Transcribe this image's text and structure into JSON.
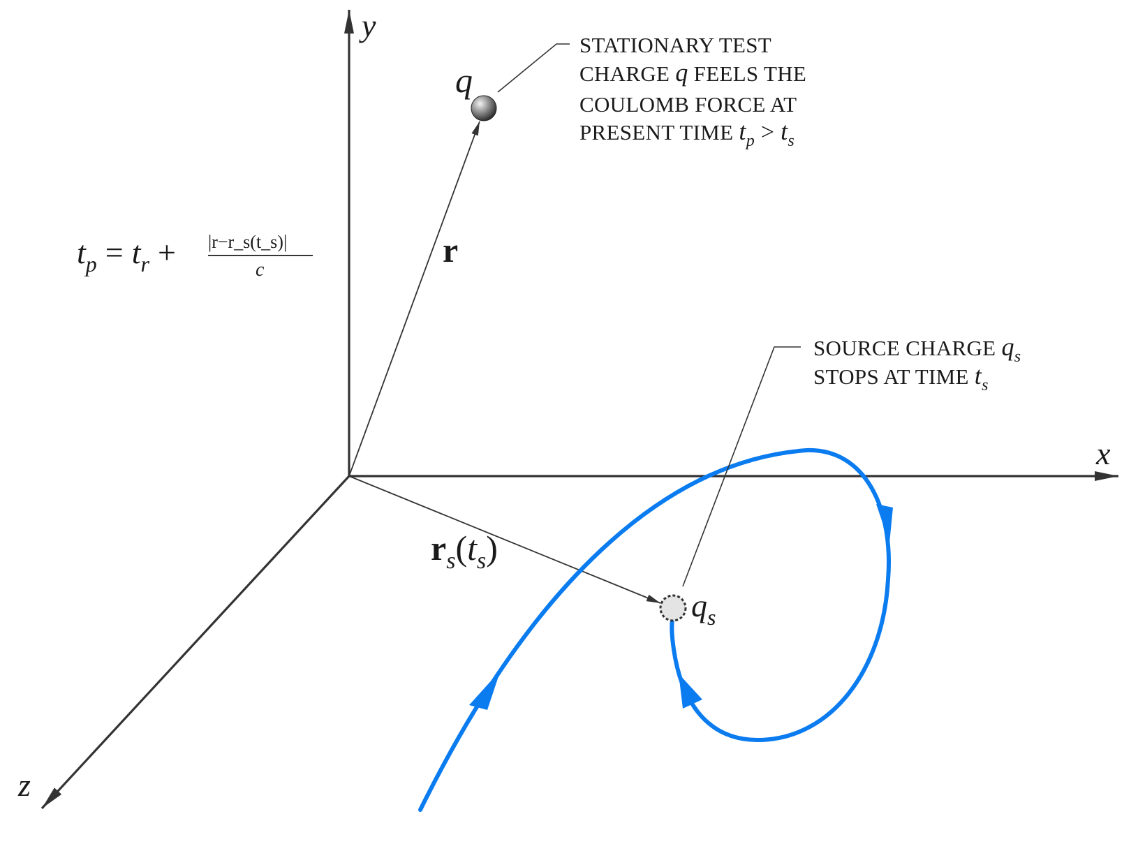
{
  "axes": {
    "x_label": "x",
    "y_label": "y",
    "z_label": "z"
  },
  "test_charge": {
    "symbol": "q",
    "annotation_lines": [
      {
        "text": "STATIONARY TEST"
      },
      {
        "text": "CHARGE ",
        "math": "q",
        "after": " FEELS THE"
      },
      {
        "text": "COULOMB FORCE AT"
      },
      {
        "text": "PRESENT TIME ",
        "math": "t",
        "sub": "p",
        "after": " > ",
        "math2": "t",
        "sub2": "s"
      }
    ]
  },
  "source_charge": {
    "symbol": "q",
    "subscript": "s",
    "annotation_lines": [
      {
        "text": "SOURCE CHARGE ",
        "math": "q",
        "sub": "s"
      },
      {
        "text": "STOPS AT TIME ",
        "math": "t",
        "sub": "s"
      }
    ]
  },
  "vectors": {
    "r_label": "r",
    "rs_label_main": "r",
    "rs_label_sub": "s",
    "rs_label_arg": "t",
    "rs_label_arg_sub": "s"
  },
  "equation": {
    "lhs": "t",
    "lhs_sub": "p",
    "equals": "=",
    "term1": "t",
    "term1_sub": "r",
    "plus": "+",
    "numerator": "|r−r_s(t_s)|",
    "denominator": "c"
  },
  "colors": {
    "axis": "#333333",
    "trajectory": "#0a7cf0",
    "text": "#1a1a1a"
  }
}
